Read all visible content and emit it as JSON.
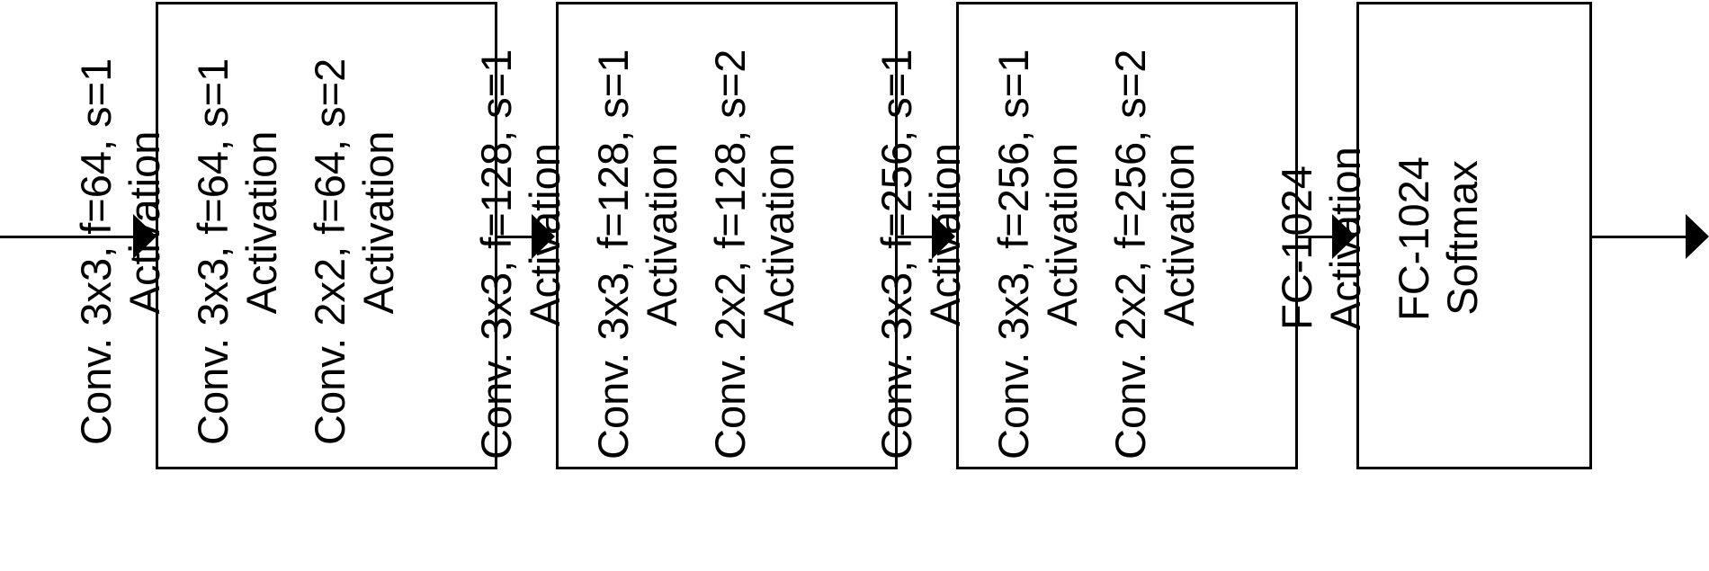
{
  "blocks": [
    {
      "layers": [
        {
          "line1": "Conv. 3x3, f=64, s=1",
          "line2": "Activation"
        },
        {
          "line1": "Conv. 3x3, f=64, s=1",
          "line2": "Activation"
        },
        {
          "line1": "Conv. 2x2, f=64, s=2",
          "line2": "Activation"
        }
      ]
    },
    {
      "layers": [
        {
          "line1": "Conv. 3x3, f=128, s=1",
          "line2": "Activation"
        },
        {
          "line1": "Conv. 3x3, f=128, s=1",
          "line2": "Activation"
        },
        {
          "line1": "Conv. 2x2, f=128, s=2",
          "line2": "Activation"
        }
      ]
    },
    {
      "layers": [
        {
          "line1": "Conv. 3x3, f=256, s=1",
          "line2": "Activation"
        },
        {
          "line1": "Conv. 3x3, f=256, s=1",
          "line2": "Activation"
        },
        {
          "line1": "Conv. 2x2, f=256, s=2",
          "line2": "Activation"
        }
      ]
    },
    {
      "layers": [
        {
          "line1": "FC-1024",
          "line2": "Activation"
        },
        {
          "line1": "FC-1024",
          "line2": "Softmax"
        }
      ]
    }
  ]
}
